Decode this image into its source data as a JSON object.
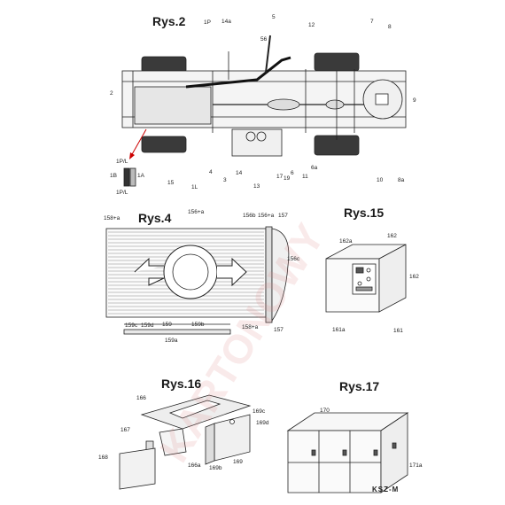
{
  "figures": {
    "rys2": {
      "title": "Rys.2",
      "labels": [
        "1P",
        "14a",
        "5",
        "56",
        "12",
        "7",
        "8",
        "2",
        "9",
        "4",
        "14",
        "17",
        "19",
        "6",
        "11",
        "6a",
        "10",
        "8a",
        "15",
        "3",
        "1L",
        "13",
        "1P/L",
        "1B",
        "1A",
        "1P/L"
      ]
    },
    "rys4": {
      "title": "Rys.4",
      "labels": [
        "158+a",
        "156+a",
        "156b",
        "156+a",
        "157",
        "156c",
        "159c",
        "159d",
        "159",
        "159b",
        "158+a",
        "157",
        "159a"
      ]
    },
    "rys15": {
      "title": "Rys.15",
      "labels": [
        "162a",
        "162",
        "162",
        "161a",
        "161"
      ]
    },
    "rys16": {
      "title": "Rys.16",
      "labels": [
        "166",
        "169c",
        "169d",
        "167",
        "168",
        "166a",
        "169b",
        "169"
      ]
    },
    "rys17": {
      "title": "Rys.17",
      "labels": [
        "170",
        "171a"
      ]
    }
  },
  "logo": {
    "text": "KSZ-M"
  },
  "watermark": {
    "text": "KARTONOWY"
  },
  "colors": {
    "line": "#222222",
    "fill": "#f2f2f2",
    "wheel": "#333333",
    "watermark": "#e08a8a"
  }
}
